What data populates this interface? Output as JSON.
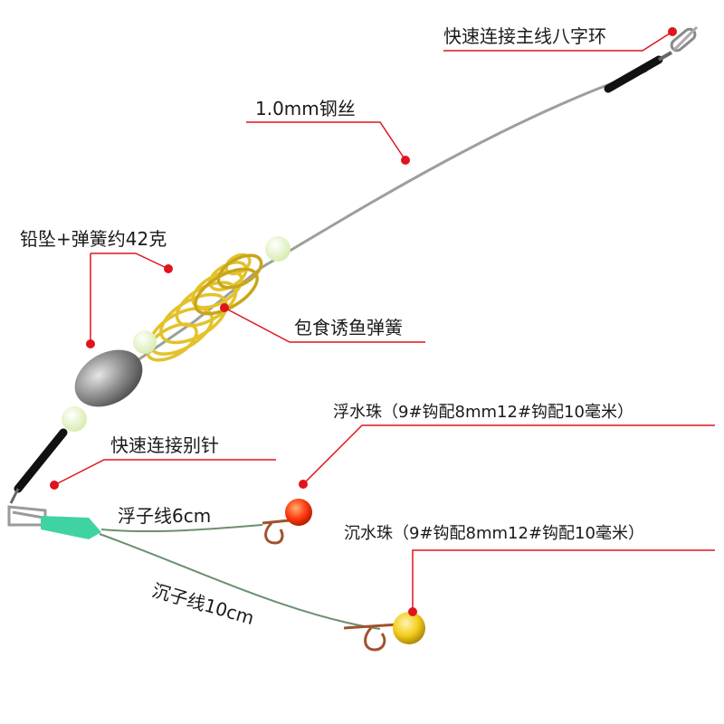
{
  "labels": {
    "snap_swivel_main": "快速连接主线八字环",
    "steel_wire": "1.0mm钢丝",
    "sinker_spring": "铅坠+弹簧约42克",
    "bait_spring": "包食诱鱼弹簧",
    "float_bead": "浮水珠（9#钩配8mm12#钩配10毫米）",
    "quick_pin": "快速连接别针",
    "float_line": "浮子线6cm",
    "sink_bead": "沉水珠（9#钩配8mm12#钩配10毫米）",
    "sink_line": "沉子线10cm"
  },
  "colors": {
    "callout": "#e0141e",
    "spring": "#e3c22a",
    "sinker": "#8e8e8e",
    "bead_glow": "#eef6d2",
    "float_bead": "#ff3a10",
    "sink_bead": "#f2cd1c",
    "connector": "#3fd3a4",
    "wire": "#9aa09a",
    "line": "#6b8f70"
  }
}
